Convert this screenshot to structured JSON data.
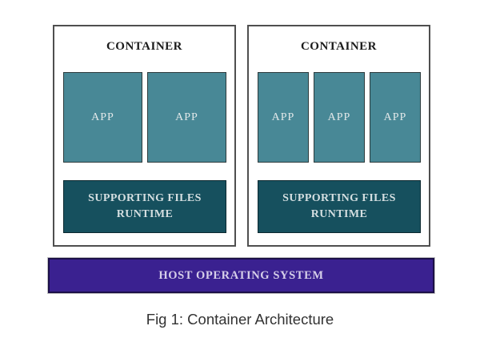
{
  "diagram": {
    "containers": [
      {
        "title": "CONTAINER",
        "apps": [
          {
            "label": "APP"
          },
          {
            "label": "APP"
          }
        ],
        "supporting": {
          "line1": "SUPPORTING FILES",
          "line2": "RUNTIME"
        }
      },
      {
        "title": "CONTAINER",
        "apps": [
          {
            "label": "APP"
          },
          {
            "label": "APP"
          },
          {
            "label": "APP"
          }
        ],
        "supporting": {
          "line1": "SUPPORTING FILES",
          "line2": "RUNTIME"
        }
      }
    ],
    "host": {
      "label": "HOST OPERATING SYSTEM"
    },
    "caption": "Fig 1: Container Architecture"
  },
  "colors": {
    "app_fill": "#488896",
    "app_text": "#e2e8e9",
    "app_border": "#2d3b3d",
    "supporting_fill": "#16505e",
    "supporting_text": "#d5dfe1",
    "supporting_border": "#0c2930",
    "host_fill": "#3a2190",
    "host_text": "#d6cfe9",
    "host_border": "#1c1048",
    "container_border": "#4f4f4f",
    "caption_text": "#333333"
  }
}
